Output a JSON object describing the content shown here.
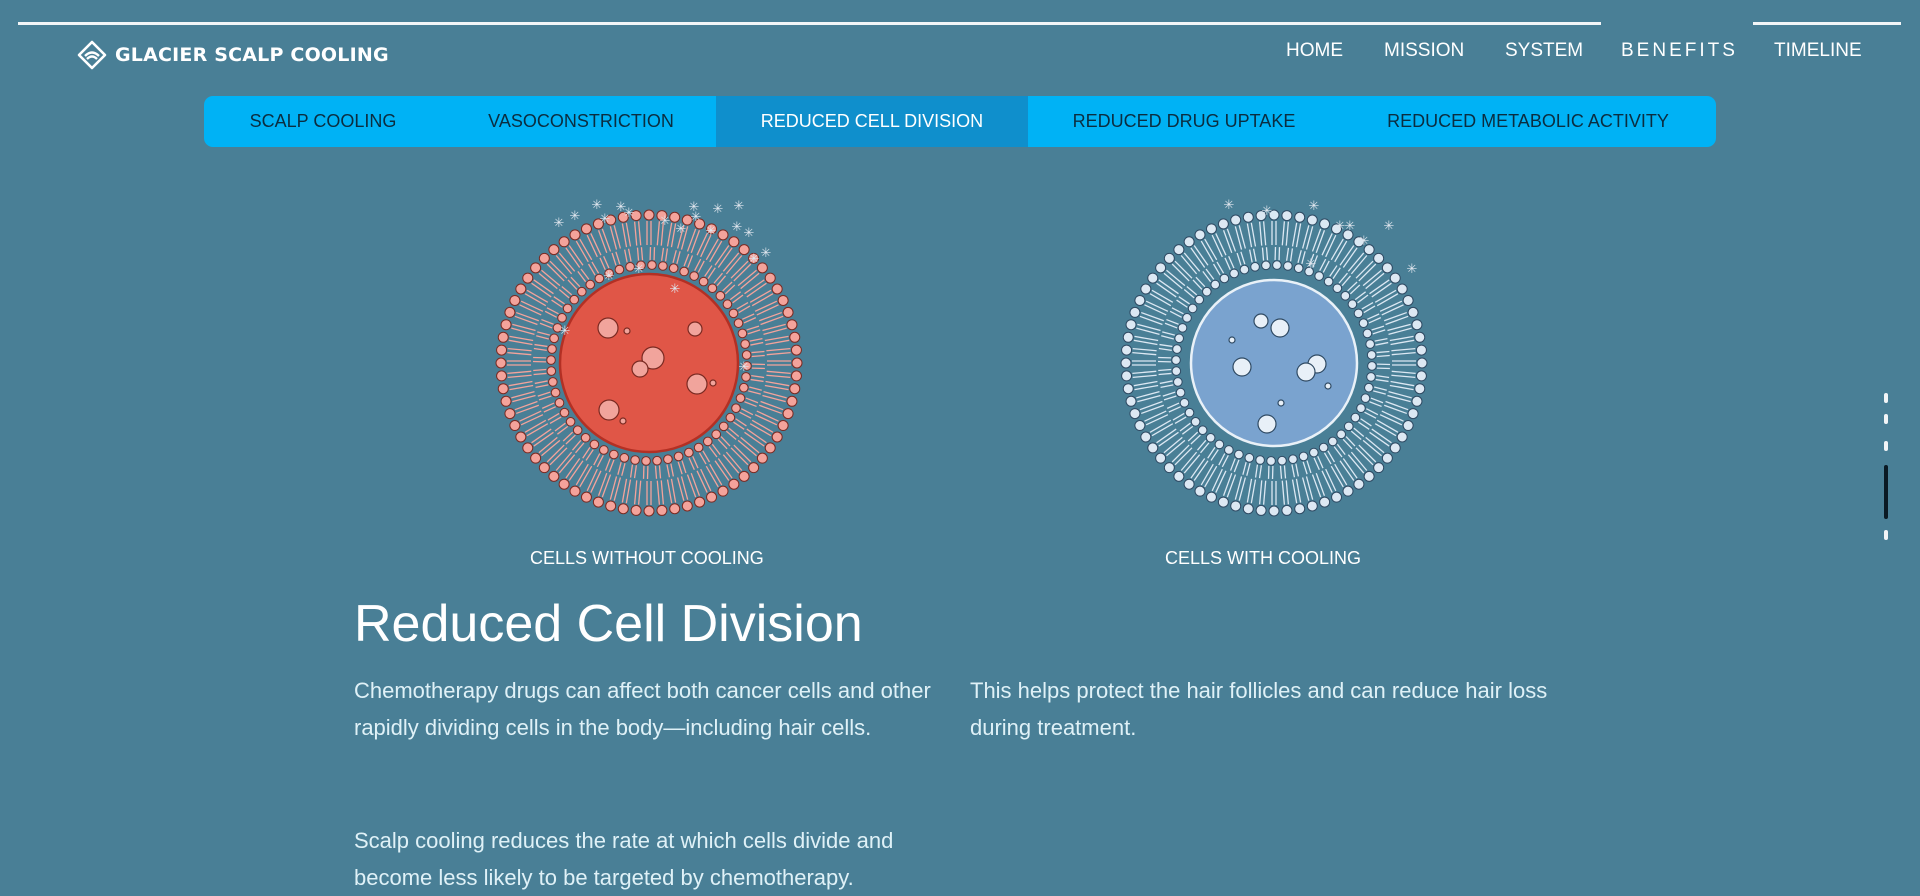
{
  "brand": {
    "name": "GLACIER SCALP COOLING",
    "logo_icon": "diamond-logo-icon"
  },
  "nav": {
    "items": [
      {
        "label": "HOME"
      },
      {
        "label": "MISSION"
      },
      {
        "label": "SYSTEM"
      },
      {
        "label": "BENEFITS",
        "active": true
      },
      {
        "label": "TIMELINE"
      }
    ]
  },
  "tabs": [
    {
      "label": "SCALP COOLING"
    },
    {
      "label": "VASOCONSTRICTION"
    },
    {
      "label": "REDUCED CELL DIVISION",
      "active": true
    },
    {
      "label": "REDUCED DRUG UPTAKE"
    },
    {
      "label": "REDUCED METABOLIC ACTIVITY"
    }
  ],
  "illustrations": {
    "without_cooling": {
      "caption": "CELLS WITHOUT COOLING",
      "color": "#e05647",
      "membrane_color": "#f4a39b"
    },
    "with_cooling": {
      "caption": "CELLS WITH COOLING",
      "color": "#7aa3cf",
      "membrane_color": "#dce8f3"
    }
  },
  "section": {
    "title": "Reduced Cell Division",
    "paragraphs": [
      "Chemotherapy drugs can affect both cancer cells and other rapidly dividing cells in the body—including hair cells.",
      "Scalp cooling reduces the rate at which cells divide and become less likely to be targeted by chemotherapy.",
      "This helps protect the hair follicles and can reduce hair loss during treatment."
    ]
  },
  "colors": {
    "background": "#497f96",
    "tab_bar": "#00b2f5",
    "tab_active": "#0f8fcc",
    "text_light": "#dff1f7"
  }
}
